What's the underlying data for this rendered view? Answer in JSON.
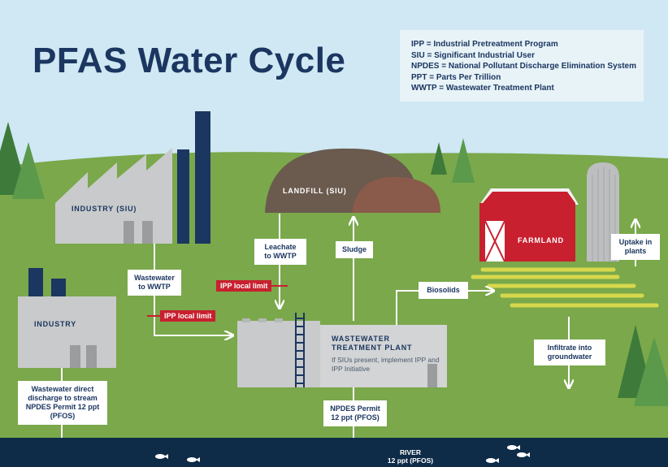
{
  "title": "PFAS Water Cycle",
  "legend": [
    "IPP = Industrial Pretreatment Program",
    "SIU = Significant Industrial User",
    "NPDES = National Pollutant Discharge Elimination System",
    "PPT = Parts Per Trillion",
    "WWTP = Wastewater Treatment Plant"
  ],
  "buildings": {
    "industry_siu": "INDUSTRY (SIU)",
    "industry": "INDUSTRY",
    "landfill": "LANDFILL (SIU)",
    "farmland": "FARMLAND",
    "wwtp_title": "WASTEWATER TREATMENT PLANT",
    "wwtp_subtitle": "If SIUs present, implement IPP and IPP Initiative"
  },
  "flows": {
    "wastewater_to_wwtp": "Wastewater to WWTP",
    "leachate_to_wwtp": "Leachate to WWTP",
    "sludge": "Sludge",
    "biosolids": "Biosolids",
    "uptake_in_plants": "Uptake in plants",
    "infiltrate": "Infiltrate into groundwater",
    "direct_discharge": "Wastewater direct discharge to stream NPDES Permit 12 ppt (PFOS)",
    "npdes_permit": "NPDES Permit 12 ppt (PFOS)"
  },
  "tags": {
    "ipp_limit_leachate": "IPP local limit",
    "ipp_limit_wastewater": "IPP local limit"
  },
  "river": {
    "name": "RIVER",
    "limit": "12 ppt (PFOS)"
  },
  "colors": {
    "sky": "#cfe8f3",
    "grass": "#7aa84b",
    "navy": "#1b3660",
    "building_gray": "#c8cacb",
    "barn_red": "#c8202f",
    "crop_yellow": "#d6d84c",
    "landfill_dark": "#6b5a4e",
    "landfill_light": "#8a5a4a",
    "water": "#0e2b47"
  }
}
